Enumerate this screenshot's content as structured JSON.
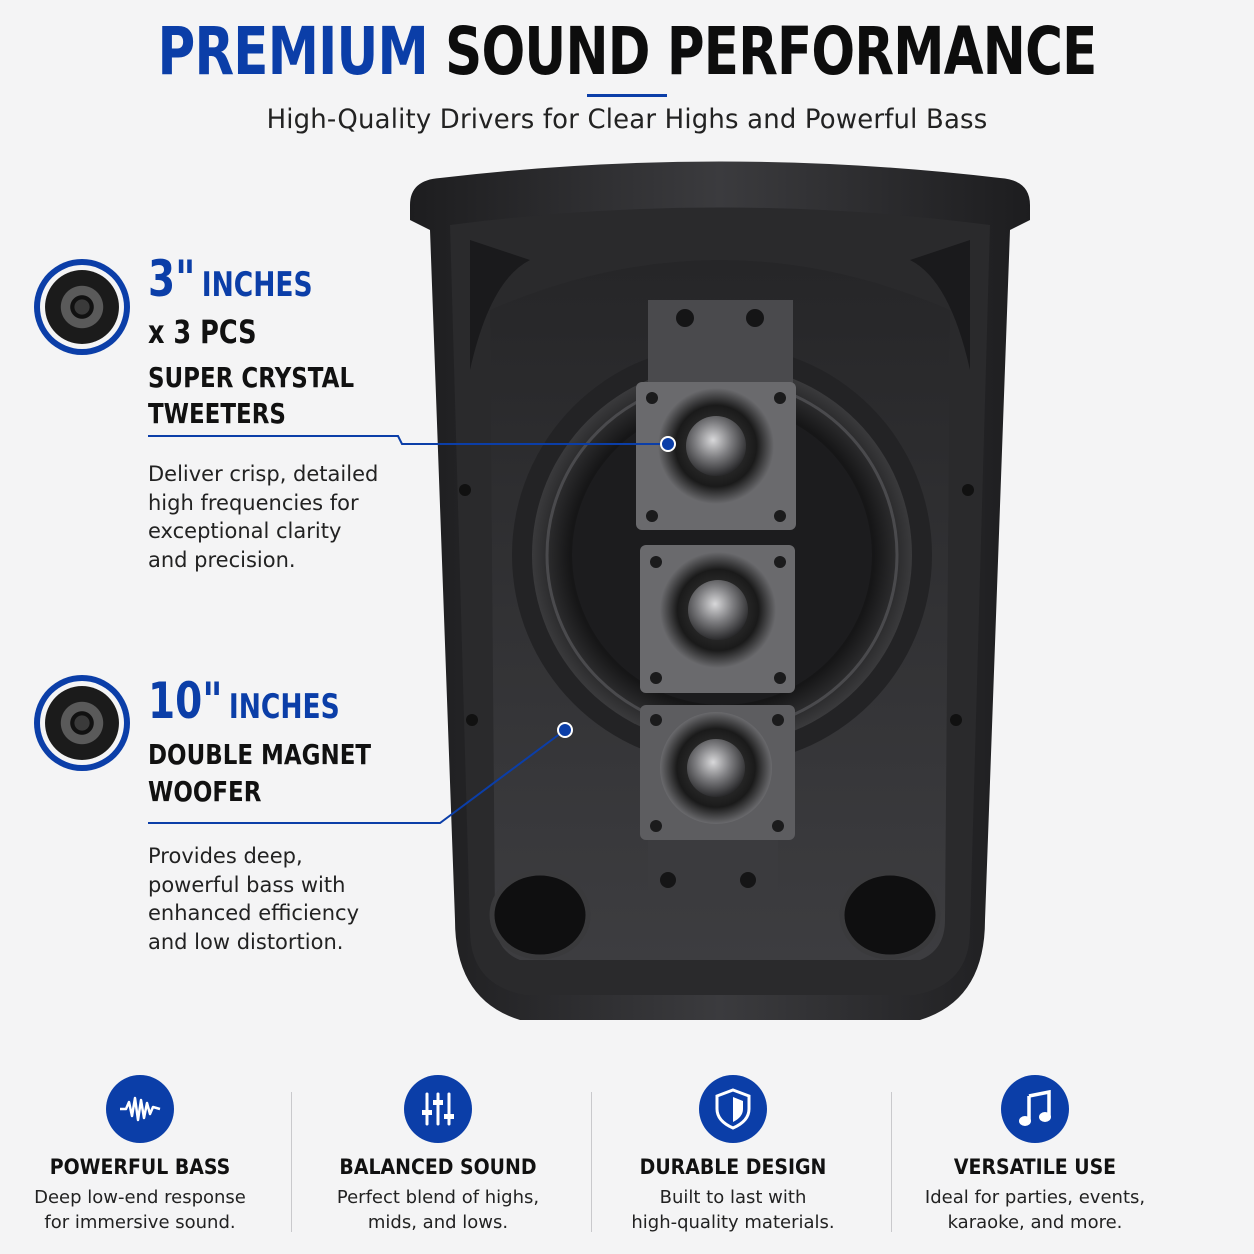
{
  "header": {
    "title_highlight": "PREMIUM",
    "title_rest": "SOUND PERFORMANCE",
    "subtitle": "High-Quality Drivers for Clear Highs and Powerful Bass"
  },
  "tweeter": {
    "size": "3\"",
    "unit": "INCHES",
    "quantity": "x 3 PCS",
    "heading_line1": "SUPER CRYSTAL",
    "heading_line2": "TWEETERS",
    "desc_lines": [
      "Deliver crisp, detailed",
      "high frequencies for",
      "exceptional clarity",
      "and precision."
    ]
  },
  "woofer": {
    "size": "10\"",
    "unit": "INCHES",
    "heading_line1": "DOUBLE MAGNET",
    "heading_line2": "WOOFER",
    "desc_lines": [
      "Provides deep,",
      "powerful bass with",
      "enhanced efficiency",
      "and low distortion."
    ]
  },
  "features": [
    {
      "icon": "waveform-icon",
      "title": "POWERFUL BASS",
      "line1": "Deep low-end response",
      "line2": "for immersive sound."
    },
    {
      "icon": "equalizer-icon",
      "title": "BALANCED SOUND",
      "line1": "Perfect blend of highs,",
      "line2": "mids, and lows."
    },
    {
      "icon": "shield-icon",
      "title": "DURABLE DESIGN",
      "line1": "Built to last with",
      "line2": "high-quality materials."
    },
    {
      "icon": "music-note-icon",
      "title": "VERSATILE USE",
      "line1": "Ideal for parties, events,",
      "line2": "karaoke, and more."
    }
  ],
  "colors": {
    "accent": "#0b3ea8",
    "background": "#f4f4f5",
    "text": "#111111"
  }
}
